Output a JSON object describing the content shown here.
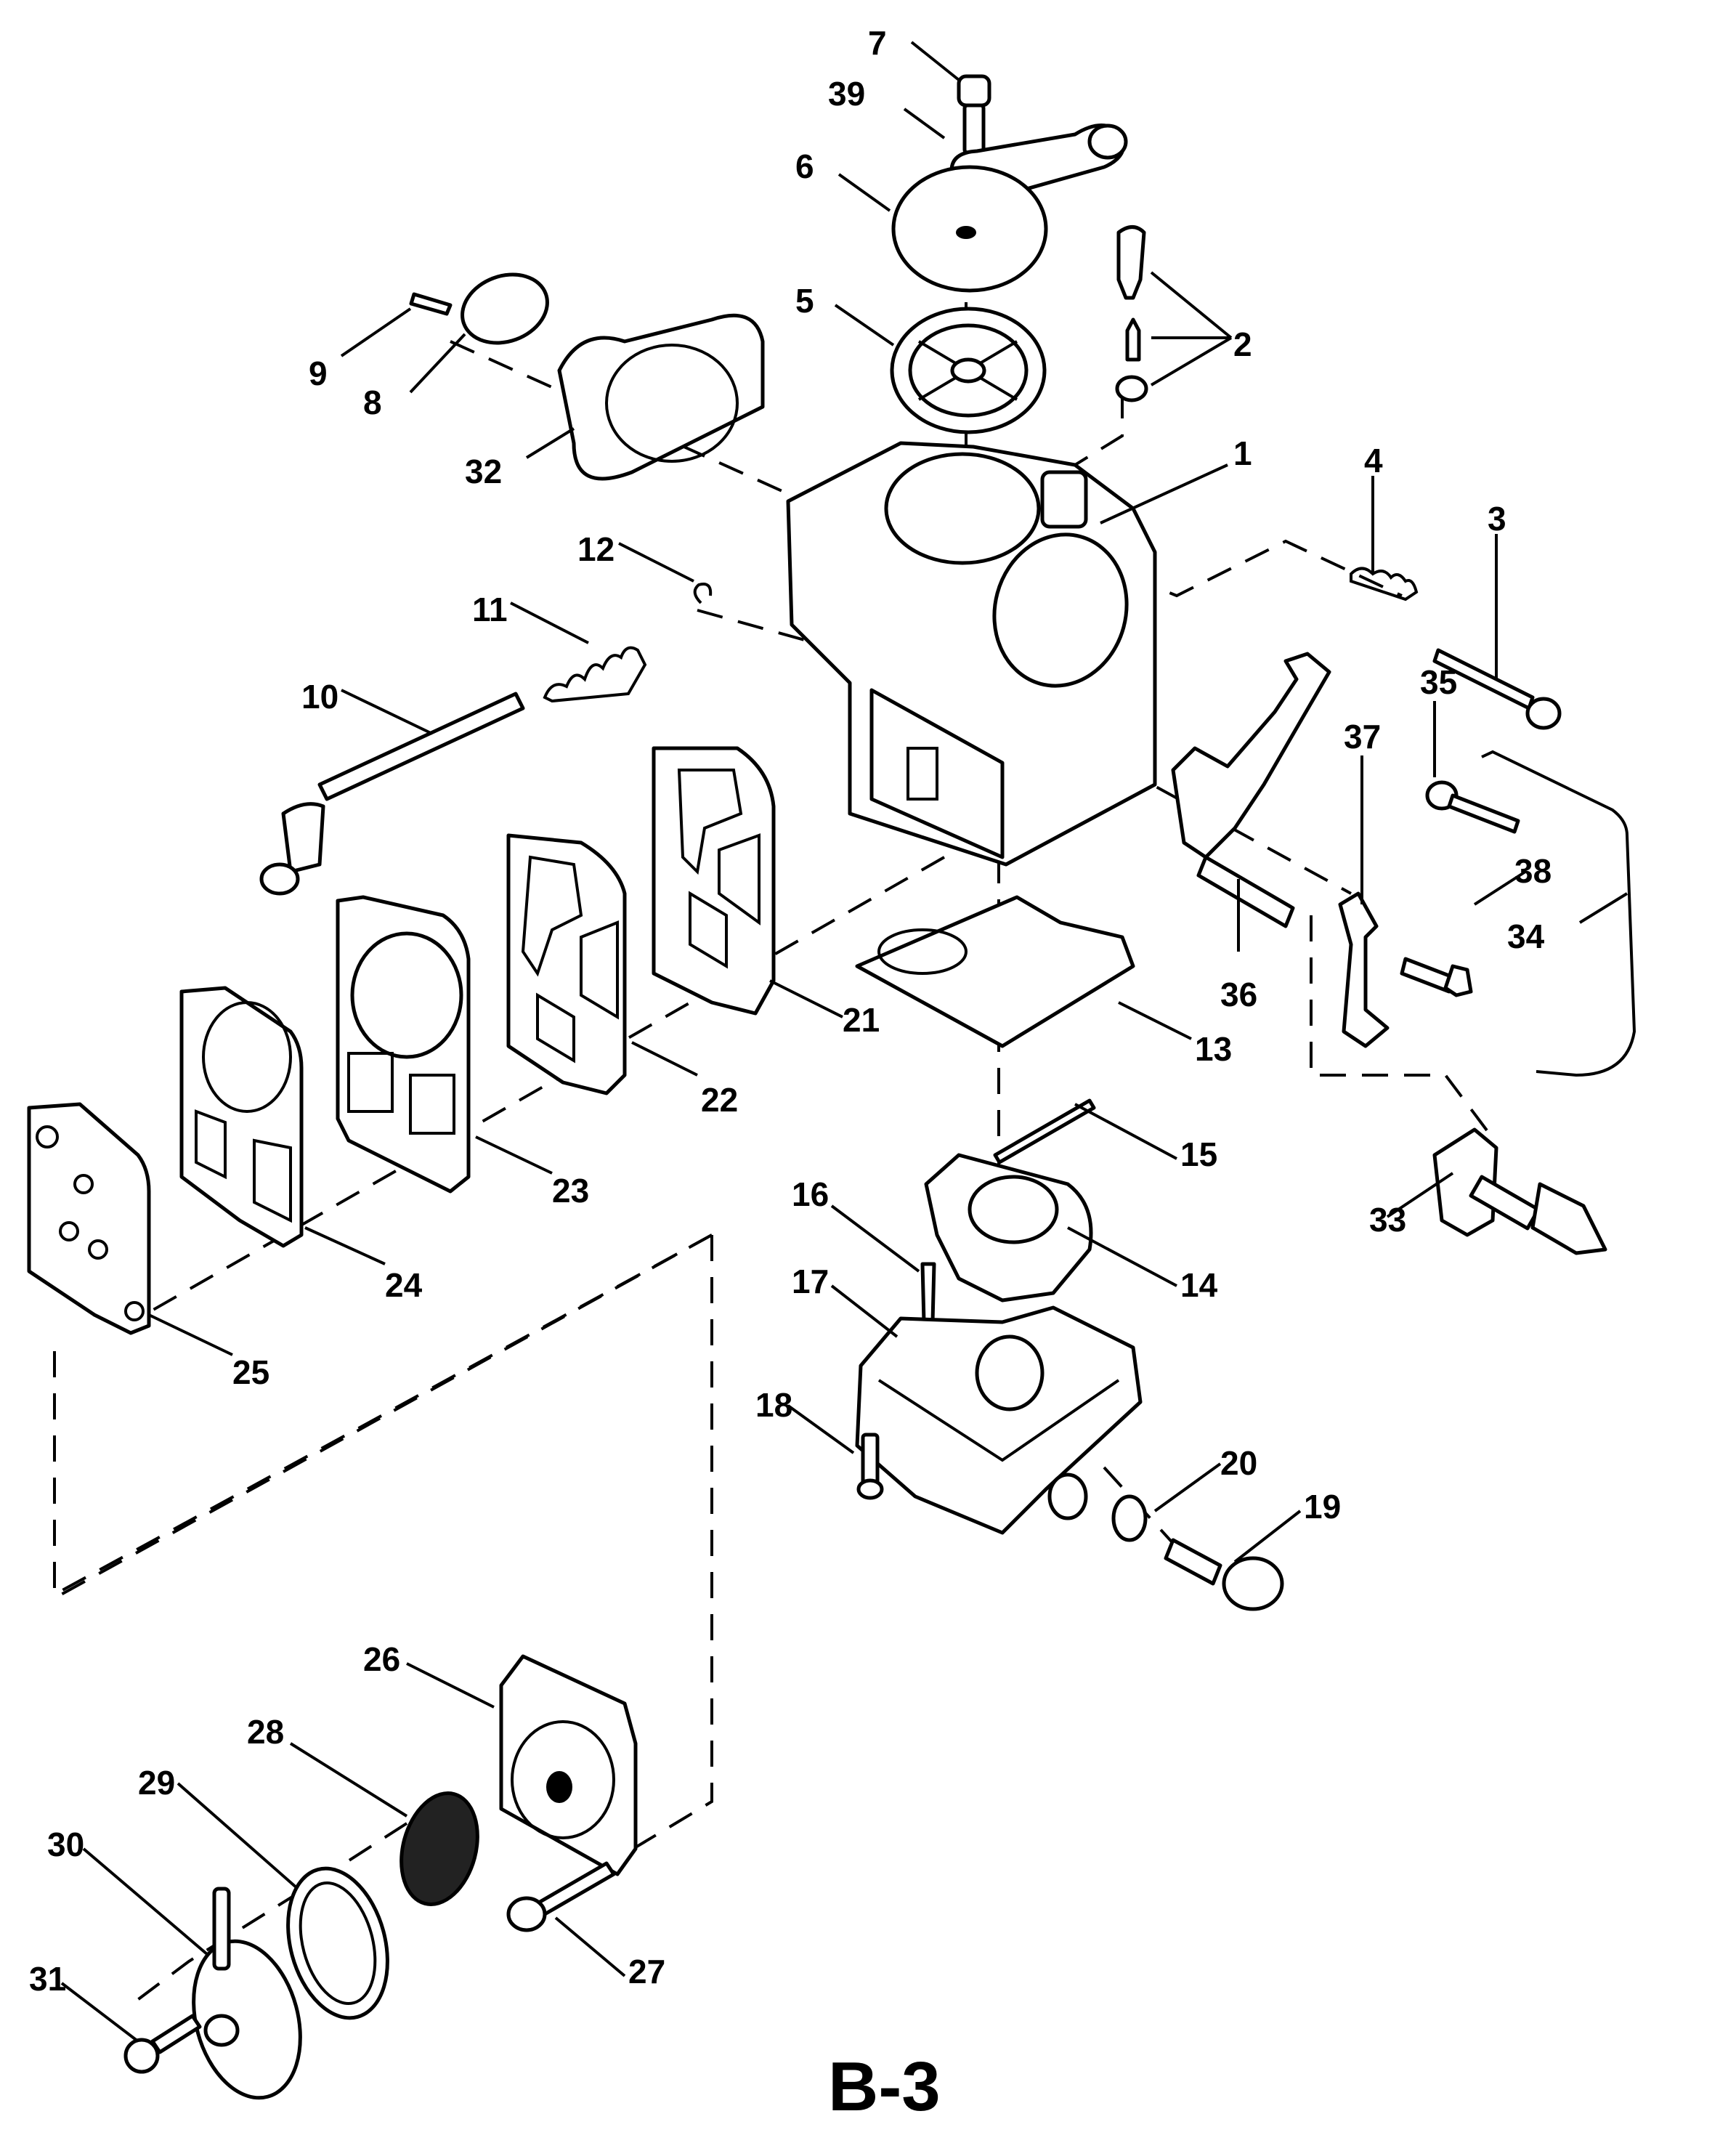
{
  "diagram": {
    "type": "exploded-parts-view",
    "subject": "carburetor assembly",
    "figure_id": "B-3",
    "part_labels": [
      "1",
      "2",
      "3",
      "4",
      "5",
      "6",
      "7",
      "8",
      "9",
      "10",
      "11",
      "12",
      "13",
      "14",
      "15",
      "16",
      "17",
      "18",
      "19",
      "20",
      "21",
      "22",
      "23",
      "24",
      "25",
      "26",
      "27",
      "28",
      "29",
      "30",
      "31",
      "32",
      "33",
      "34",
      "35",
      "36",
      "37",
      "38",
      "39"
    ]
  }
}
